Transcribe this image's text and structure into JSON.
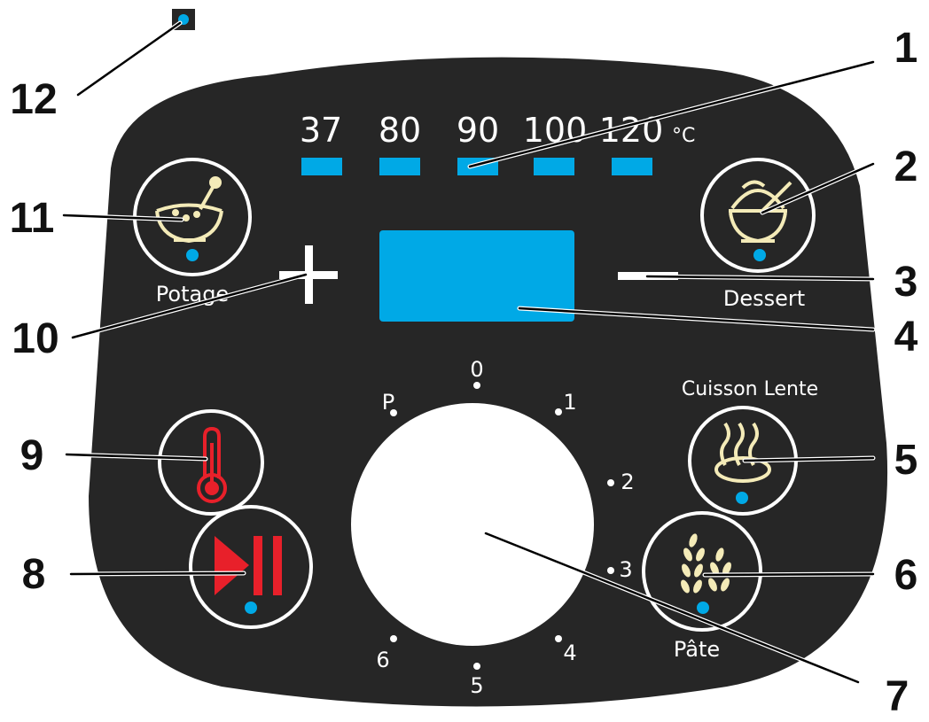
{
  "colors": {
    "panel": "#262626",
    "led": "#00a9e6",
    "white": "#ffffff",
    "icon_cream": "#f4ebb8",
    "accent_red": "#e8202a",
    "leader": "#000000"
  },
  "temperature": {
    "values": [
      "37",
      "80",
      "90",
      "100",
      "120"
    ],
    "unit": "°C"
  },
  "buttons": {
    "potage": {
      "label": "Potage",
      "icon": "soup-bowl-icon"
    },
    "dessert": {
      "label": "Dessert",
      "icon": "dessert-bowl-icon"
    },
    "cuisson_lente": {
      "label": "Cuisson Lente",
      "icon": "slow-cook-steam-icon"
    },
    "pate": {
      "label": "Pâte",
      "icon": "wheat-icon"
    },
    "temperature": {
      "icon": "thermometer-icon"
    },
    "start_pause": {
      "icon": "play-pause-icon"
    }
  },
  "dial": {
    "marks": [
      "0",
      "1",
      "2",
      "3",
      "4",
      "5",
      "6",
      "P"
    ]
  },
  "callouts": [
    "1",
    "2",
    "3",
    "4",
    "5",
    "6",
    "7",
    "8",
    "9",
    "10",
    "11",
    "12"
  ]
}
